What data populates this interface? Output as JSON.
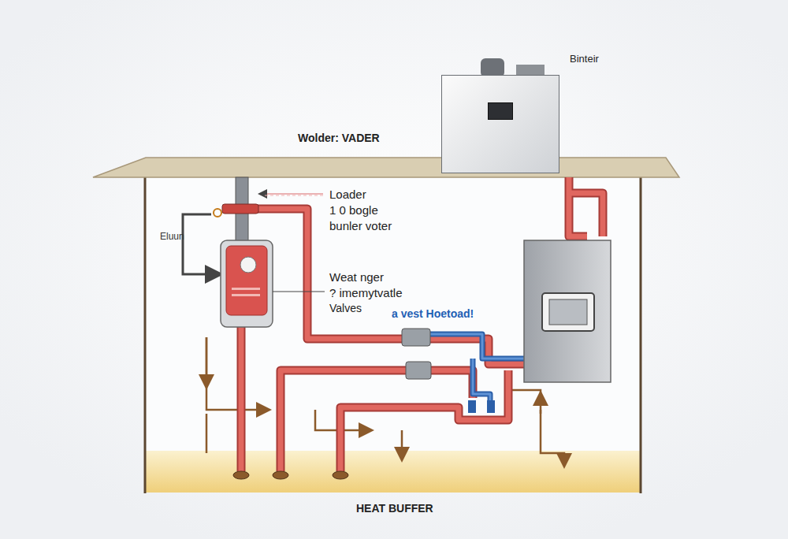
{
  "diagram": {
    "nodes": [
      {
        "text": [
          "Binteir"
        ]
      }
    ],
    "labels": [
      "Wolder: VADER",
      "Loader",
      "1 0 bogle",
      "bunler voter",
      "Eluun",
      "Weat nger",
      "? imemytvatle",
      "Valves",
      "a vest Hoetoad!",
      "HEAT BUFFER"
    ]
  }
}
